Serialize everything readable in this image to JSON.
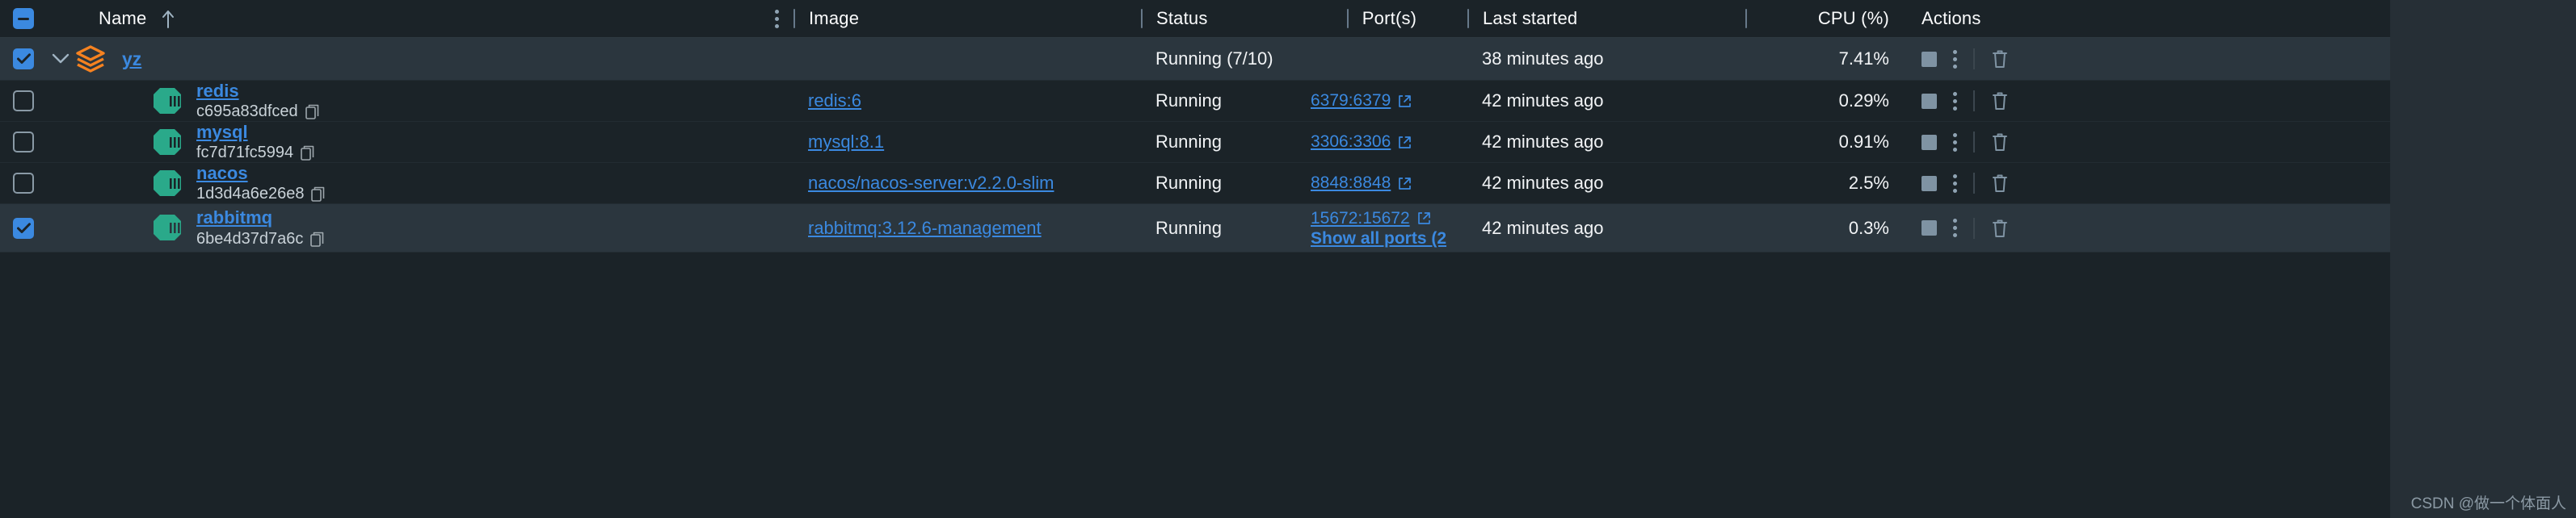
{
  "header": {
    "select_all_state": "indeterminate",
    "columns": {
      "name": "Name",
      "sort_arrow": "↑",
      "image": "Image",
      "status": "Status",
      "ports": "Port(s)",
      "last_started": "Last started",
      "cpu": "CPU (%)",
      "actions": "Actions"
    }
  },
  "colors": {
    "accent_link": "#3b89e0",
    "stack_icon": "#f58220",
    "container_icon": "#2aa98a",
    "row_selected_bg": "#2b363e",
    "row_bg": "#1b2328",
    "actions_bg": "#262f36"
  },
  "rows": [
    {
      "type": "group",
      "checked": true,
      "expanded": true,
      "icon": "stack-icon",
      "name": "yz",
      "container_id": "",
      "image": "",
      "status": "Running (7/10)",
      "ports": [],
      "show_all_ports": "",
      "last_started": "38 minutes ago",
      "cpu": "7.41%"
    },
    {
      "type": "container",
      "checked": false,
      "icon": "container-icon",
      "name": "redis",
      "container_id": "c695a83dfced",
      "image": "redis:6",
      "status": "Running",
      "ports": [
        "6379:6379"
      ],
      "show_all_ports": "",
      "last_started": "42 minutes ago",
      "cpu": "0.29%"
    },
    {
      "type": "container",
      "checked": false,
      "icon": "container-icon",
      "name": "mysql",
      "container_id": "fc7d71fc5994",
      "image": "mysql:8.1",
      "status": "Running",
      "ports": [
        "3306:3306"
      ],
      "show_all_ports": "",
      "last_started": "42 minutes ago",
      "cpu": "0.91%"
    },
    {
      "type": "container",
      "checked": false,
      "icon": "container-icon",
      "name": "nacos",
      "container_id": "1d3d4a6e26e8",
      "image": "nacos/nacos-server:v2.2.0-slim",
      "status": "Running",
      "ports": [
        "8848:8848"
      ],
      "show_all_ports": "",
      "last_started": "42 minutes ago",
      "cpu": "2.5%"
    },
    {
      "type": "container",
      "checked": true,
      "icon": "container-icon",
      "name": "rabbitmq",
      "container_id": "6be4d37d7a6c",
      "image": "rabbitmq:3.12.6-management",
      "status": "Running",
      "ports": [
        "15672:15672"
      ],
      "show_all_ports": "Show all ports (2",
      "last_started": "42 minutes ago",
      "cpu": "0.3%"
    }
  ],
  "actions": {
    "stop_label": "stop-button",
    "menu_label": "row-menu-button",
    "delete_label": "delete-button"
  },
  "watermark": "CSDN @做一个体面人"
}
